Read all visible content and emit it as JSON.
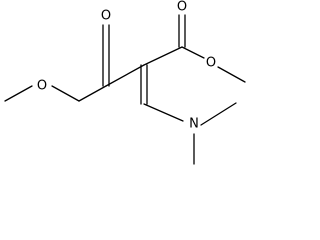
{
  "structure": {
    "atoms": {
      "o_ether": "O",
      "o_ketone": "O",
      "o_carbonyl": "O",
      "o_ester": "O",
      "n_amine": "N"
    }
  }
}
